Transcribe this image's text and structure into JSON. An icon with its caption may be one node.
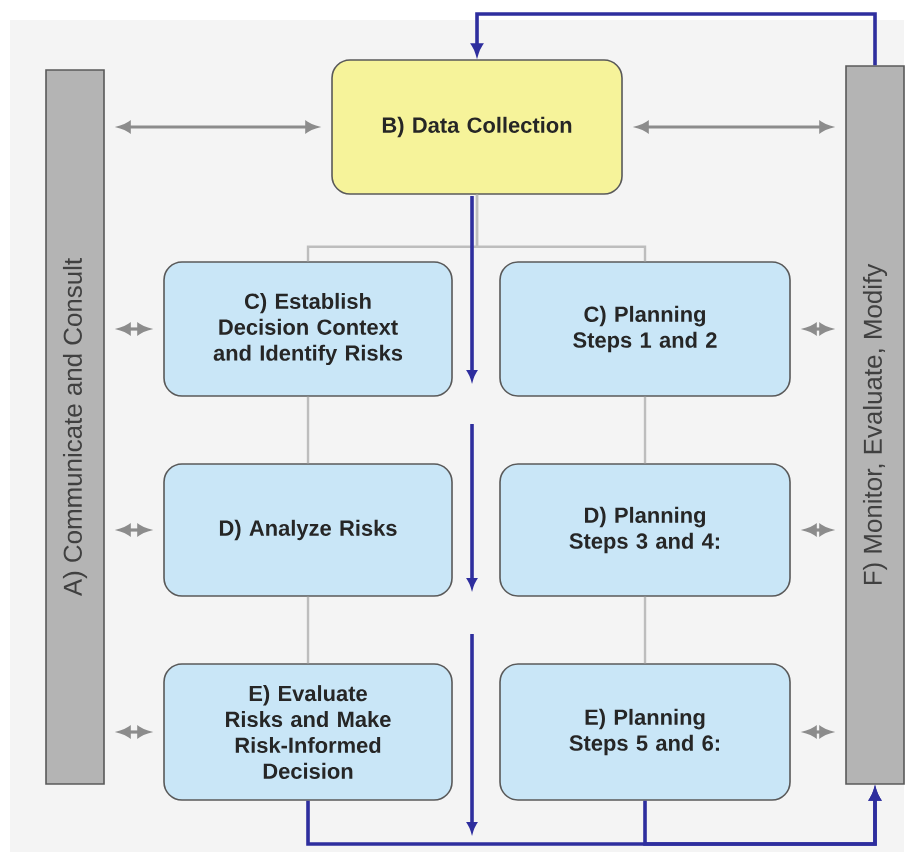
{
  "diagram": {
    "nodes": [
      {
        "text": [
          "A) Communicate and Consult"
        ]
      },
      {
        "text": [
          "B) Data Collection"
        ]
      },
      {
        "text": [
          "**C) Establish Decision Context** and **Identify Risks**"
        ]
      },
      {
        "text": [
          "C) Planning Steps 1 and 2"
        ]
      },
      {
        "text": [
          "D) Analyze Risks"
        ]
      },
      {
        "text": [
          "D) Planning Steps 3 and 4:"
        ]
      },
      {
        "text": [
          "**E) Evaluate Risks** and **Make Risk-Informed Decision**"
        ]
      },
      {
        "text": [
          "E) Planning Steps 5 and 6:"
        ]
      },
      {
        "text": [
          "F) Monitor, Evaluate, Modify"
        ]
      }
    ],
    "edges": [
      {
        "from": 0,
        "to": 1,
        "arrow": "both"
      },
      {
        "from": 1,
        "to": 8,
        "arrow": "both"
      },
      {
        "from": 0,
        "to": 2,
        "arrow": "both"
      },
      {
        "from": 0,
        "to": 4,
        "arrow": "both"
      },
      {
        "from": 0,
        "to": 6,
        "arrow": "both"
      },
      {
        "from": 3,
        "to": 8,
        "arrow": "both"
      },
      {
        "from": 5,
        "to": 8,
        "arrow": "both"
      },
      {
        "from": 7,
        "to": 8,
        "arrow": "both"
      },
      {
        "from": 1,
        "to": 2,
        "arrow": "none"
      },
      {
        "from": 1,
        "to": 3,
        "arrow": "none"
      },
      {
        "from": 2,
        "to": 4,
        "arrow": "none"
      },
      {
        "from": 4,
        "to": 6,
        "arrow": "none"
      },
      {
        "from": 3,
        "to": 5,
        "arrow": "none"
      },
      {
        "from": 5,
        "to": 7,
        "arrow": "none"
      },
      {
        "from": 6,
        "to": 8,
        "arrow": "to",
        "color": "#2e2e9e"
      },
      {
        "from": 7,
        "to": 8,
        "arrow": "to",
        "color": "#2e2e9e"
      },
      {
        "from": 8,
        "to": 1,
        "arrow": "to",
        "color": "#2e2e9e"
      }
    ]
  }
}
